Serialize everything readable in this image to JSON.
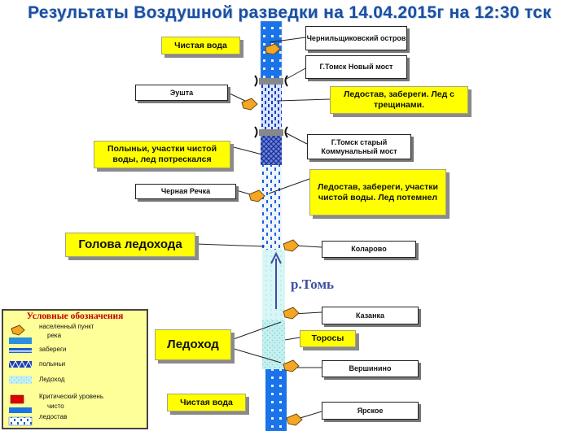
{
  "title": "Результаты Воздушной разведки на 14.04.2015г на 12:30 тск",
  "river_label": "р.Томь",
  "locations": {
    "chernilshchikovsky": "Чернильщиковский остров",
    "tomsk_new_bridge": "Г.Томск Новый мост",
    "eushta": "Эушта",
    "tomsk_old_bridge": "Г.Томск старый Коммунальный мост",
    "chernaya_rechka": "Черная Речка",
    "kolarovo": "Коларово",
    "kazanka": "Казанка",
    "vershinino": "Вершинино",
    "yarskoe": "Ярское"
  },
  "notes": {
    "clean_water_top": "Чистая вода",
    "freeze_cracks": "Ледостав, забереги. Лед с трещинами.",
    "polynyas": "Полыньи, участки чистой воды, лед потрескался",
    "freeze_darkened": "Ледостав, забереги, участки чистой воды. Лед потемнел",
    "ice_head": "Голова ледохода",
    "ice_drift": "Ледоход",
    "hummocks": "Торосы",
    "clean_water_bottom": "Чистая вода"
  },
  "legend": {
    "title": "Условные обозначения",
    "items": [
      {
        "icon": "settlement-icon",
        "label": "населенный пункт"
      },
      {
        "icon": "river-icon",
        "label": "река"
      },
      {
        "icon": "shore-ice-icon",
        "label": "забереги"
      },
      {
        "icon": "polynya-icon",
        "label": "полыньи"
      },
      {
        "icon": "ice-drift-icon",
        "label": "Ледоход"
      },
      {
        "icon": "critical-level-icon",
        "label": "Критический уровень"
      },
      {
        "icon": "clean-water-icon",
        "label": "чисто"
      },
      {
        "icon": "freeze-up-icon",
        "label": "ледостав"
      }
    ]
  },
  "colors": {
    "title": "#1a4fa0",
    "yellow_box": "#ffff00",
    "river_clean": "#1a73e8",
    "ice_drift": "#b8ecec",
    "legend_bg": "#ffff99",
    "settlement": "#f5a623",
    "critical": "#e00000"
  }
}
